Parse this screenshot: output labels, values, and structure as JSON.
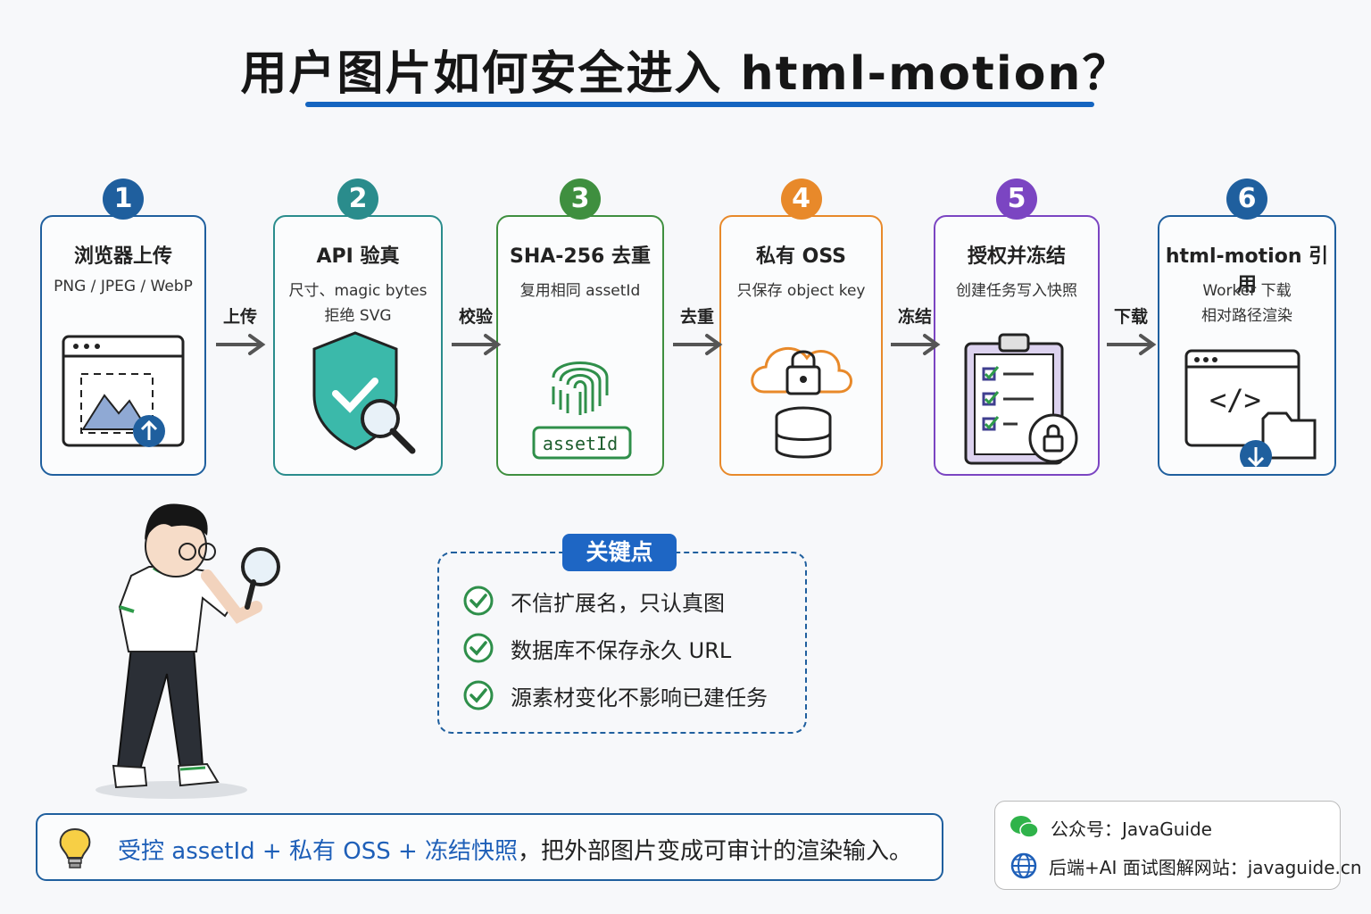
{
  "title": "用户图片如何安全进入 html-motion？",
  "steps": [
    {
      "num": "1",
      "title": "浏览器上传",
      "sub1": "PNG / JPEG / WebP",
      "sub2": "",
      "color": "#1f5f9e",
      "icon": "browser-upload-icon"
    },
    {
      "num": "2",
      "title": "API 验真",
      "sub1": "尺寸、magic bytes",
      "sub2": "拒绝 SVG",
      "color": "#2a8c8c",
      "icon": "shield-check-icon"
    },
    {
      "num": "3",
      "title": "SHA-256 去重",
      "sub1": "复用相同 assetId",
      "sub2": "",
      "color": "#3f8f3f",
      "icon": "fingerprint-icon",
      "tag": "assetId"
    },
    {
      "num": "4",
      "title": "私有 OSS",
      "sub1": "只保存 object key",
      "sub2": "",
      "color": "#e8892a",
      "icon": "cloud-lock-icon"
    },
    {
      "num": "5",
      "title": "授权并冻结",
      "sub1": "创建任务写入快照",
      "sub2": "",
      "color": "#7b45c2",
      "icon": "clipboard-lock-icon"
    },
    {
      "num": "6",
      "title": "html-motion 引用",
      "sub1": "Worker 下载",
      "sub2": "相对路径渲染",
      "color": "#1f5f9e",
      "icon": "code-folder-download-icon"
    }
  ],
  "arrows": [
    "上传",
    "校验",
    "去重",
    "冻结",
    "下载"
  ],
  "key_points": {
    "label": "关键点",
    "items": [
      "不信扩展名，只认真图",
      "数据库不保存永久 URL",
      "源素材变化不影响已建任务"
    ]
  },
  "summary": {
    "part1": "受控 assetId + 私有 OSS + 冻结快照",
    "part2": "，把外部图片变成可审计的渲染输入。"
  },
  "info": {
    "wechat": "公众号：JavaGuide",
    "site": "后端+AI 面试图解网站：javaguide.cn"
  }
}
